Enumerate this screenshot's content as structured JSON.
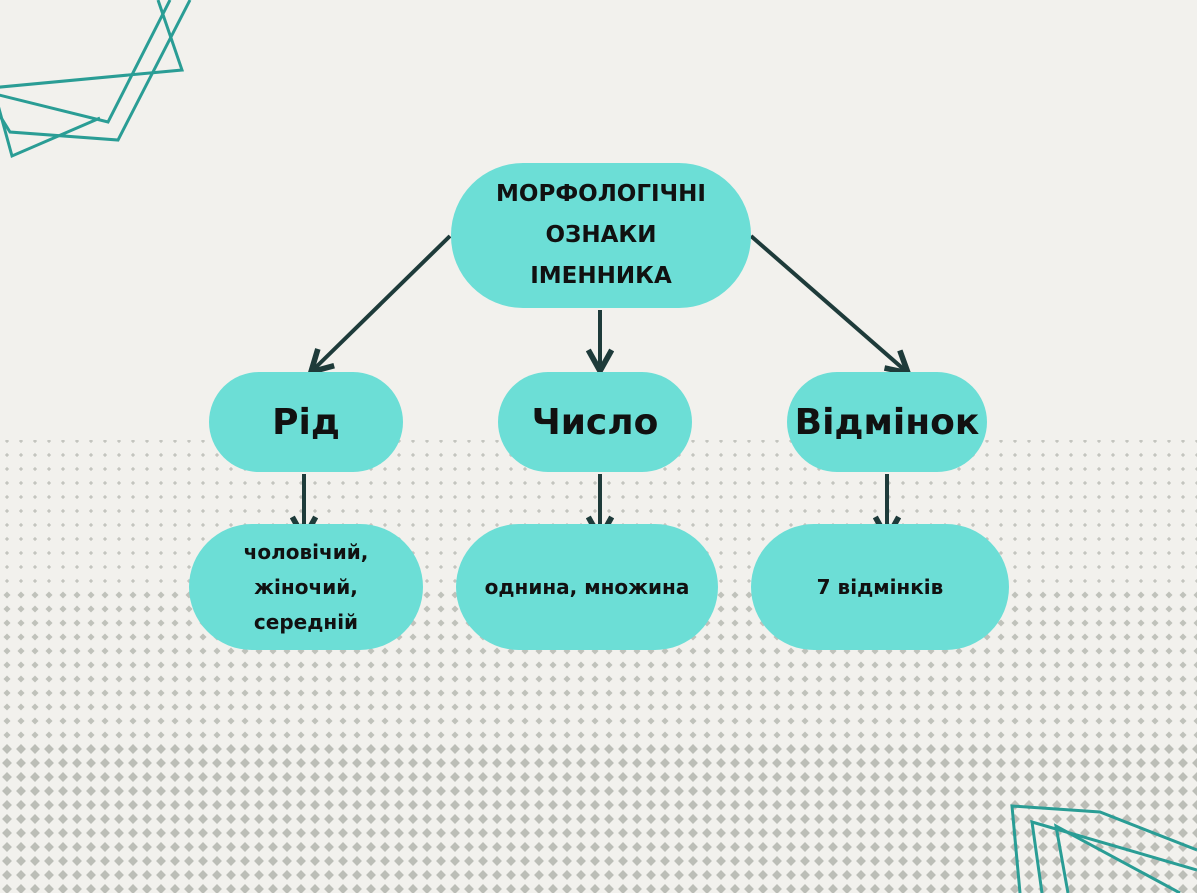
{
  "colors": {
    "background": "#f2f1ed",
    "node_fill": "#6cded6",
    "arrow": "#1e3b3a",
    "dots": "#c4c5bf",
    "decor_lines": "#2a9d95"
  },
  "diagram": {
    "root": {
      "line1": "МОРФОЛОГІЧНІ",
      "line2": "ОЗНАКИ",
      "line3": "ІМЕННИКА"
    },
    "categories": [
      {
        "label": "Рід",
        "values": [
          "чоловічий,",
          "жіночий,",
          "середній"
        ]
      },
      {
        "label": "Число",
        "values": [
          "однина, множина"
        ]
      },
      {
        "label": "Відмінок",
        "values": [
          "7 відмінків"
        ]
      }
    ]
  }
}
